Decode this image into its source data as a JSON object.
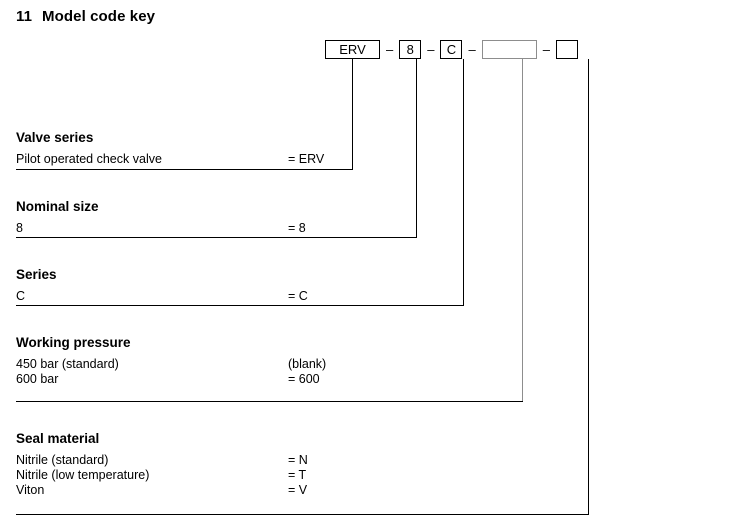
{
  "document": {
    "section_number": "11",
    "title": "Model code key"
  },
  "model_code": {
    "separator": "–",
    "boxes": [
      {
        "name": "valve-series",
        "value": "ERV"
      },
      {
        "name": "nominal-size",
        "value": "8"
      },
      {
        "name": "series",
        "value": "C"
      },
      {
        "name": "working-pressure",
        "value": ""
      },
      {
        "name": "seal-material",
        "value": ""
      }
    ]
  },
  "sections": [
    {
      "heading": "Valve series",
      "rows": [
        {
          "label": "Pilot operated check valve",
          "value": "= ERV"
        }
      ]
    },
    {
      "heading": "Nominal size",
      "rows": [
        {
          "label": "8",
          "value": "= 8"
        }
      ]
    },
    {
      "heading": "Series",
      "rows": [
        {
          "label": "C",
          "value": "= C"
        }
      ]
    },
    {
      "heading": "Working pressure",
      "rows": [
        {
          "label": "450 bar (standard)",
          "value": "(blank)"
        },
        {
          "label": "600 bar",
          "value": "= 600"
        }
      ]
    },
    {
      "heading": "Seal material",
      "rows": [
        {
          "label": "Nitrile (standard)",
          "value": "= N"
        },
        {
          "label": "Nitrile (low temperature)",
          "value": "= T"
        },
        {
          "label": "Viton",
          "value": "= V"
        }
      ]
    }
  ],
  "colors": {
    "line": "#000000",
    "line_muted": "#8d8d8d",
    "text": "#000000",
    "background": "#ffffff"
  }
}
